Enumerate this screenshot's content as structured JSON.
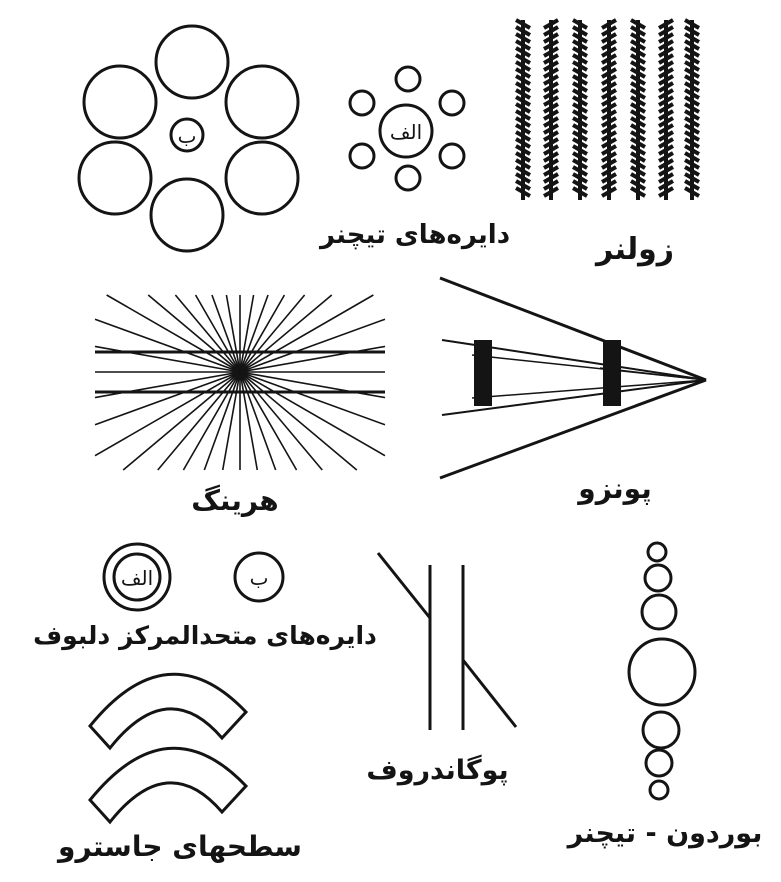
{
  "illusions": {
    "ebbinghaus": {
      "caption": "دایره‌های تیچنر",
      "label_small": "الف",
      "label_large": "ب"
    },
    "zollner": {
      "caption": "زولنر"
    },
    "hering": {
      "caption": "هرینگ"
    },
    "ponzo": {
      "caption": "پونزو"
    },
    "delboeuf": {
      "caption": "دایره‌های متحدالمرکز دلبوف",
      "label_a": "الف",
      "label_b": "ب"
    },
    "poggendorff": {
      "caption": "پوگاندروف"
    },
    "jastrow": {
      "caption": "سطحهای جاسترو"
    },
    "bourdon": {
      "caption": "بوردون - تیچنر"
    }
  },
  "colors": {
    "ink": "#141414",
    "background": "#ffffff"
  }
}
